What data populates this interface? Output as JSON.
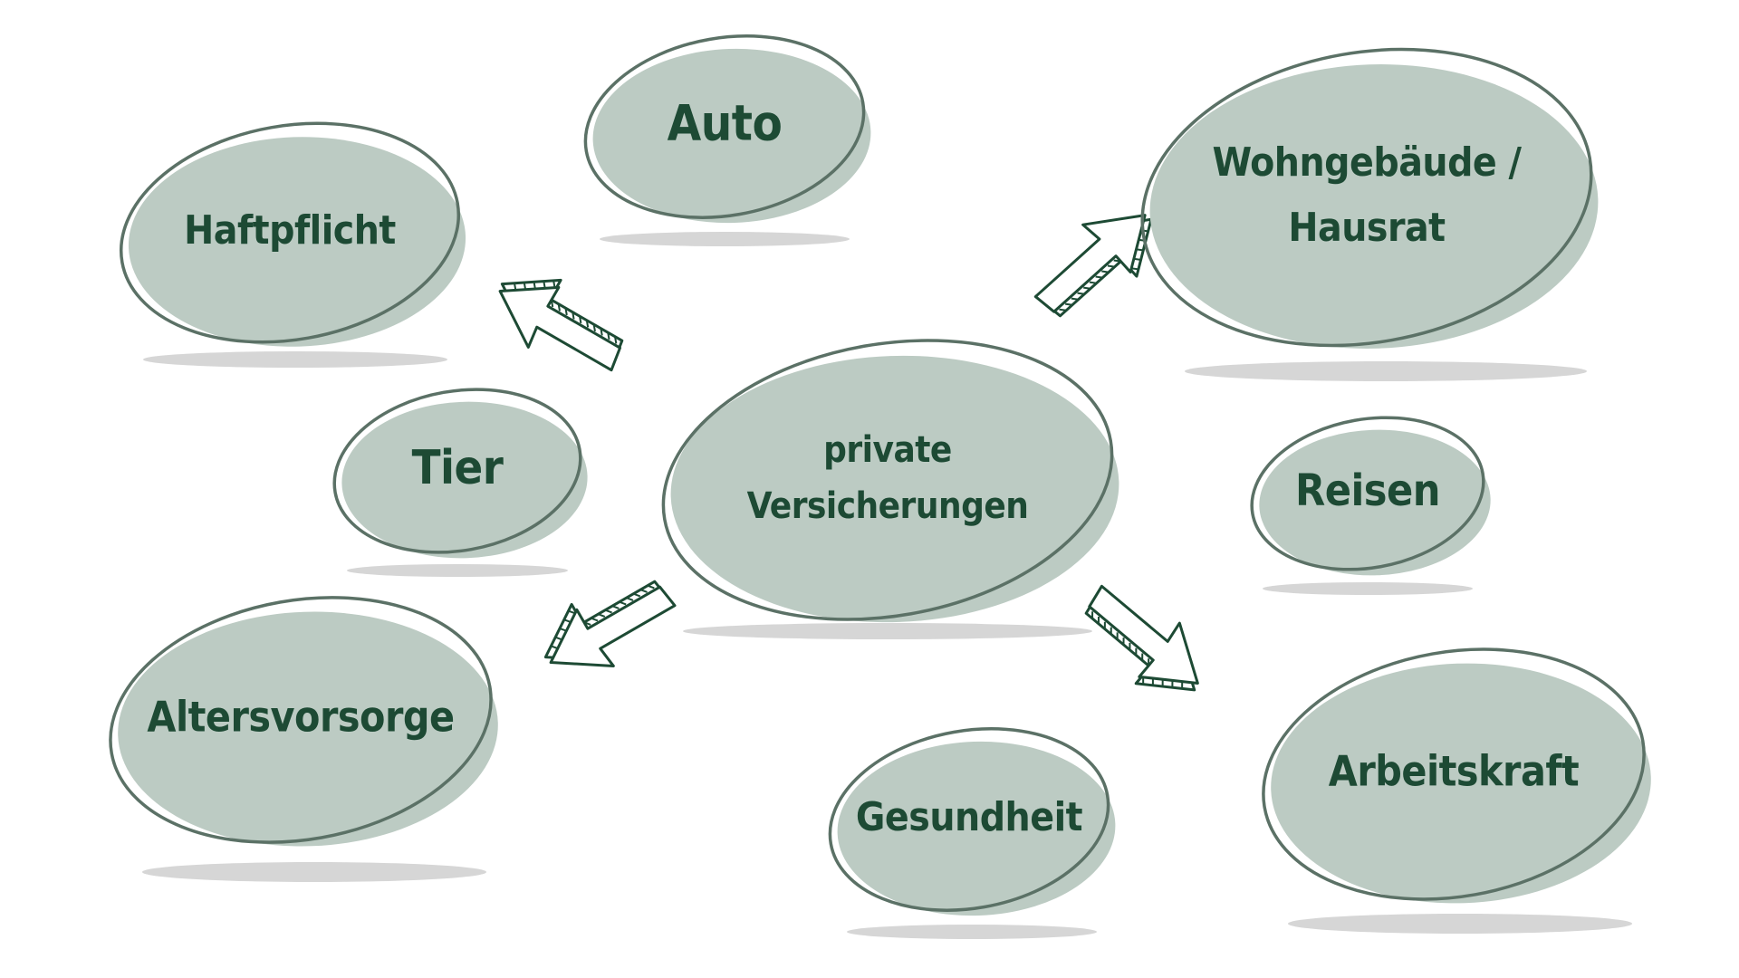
{
  "colors": {
    "fill": "#bccbc3",
    "outline": "#5b7166",
    "text": "#1d4a34",
    "shadow": "#d6d6d6",
    "arrow": "#1d4a34"
  },
  "diagram": {
    "center": {
      "lines": [
        "private",
        "Versicherungen"
      ]
    },
    "nodes": [
      {
        "id": "auto",
        "lines": [
          "Auto"
        ]
      },
      {
        "id": "haftpflicht",
        "lines": [
          "Haftpflicht"
        ]
      },
      {
        "id": "wohngebaeude-hausrat",
        "lines": [
          "Wohngebäude /",
          "Hausrat"
        ]
      },
      {
        "id": "tier",
        "lines": [
          "Tier"
        ]
      },
      {
        "id": "reisen",
        "lines": [
          "Reisen"
        ]
      },
      {
        "id": "altersvorsorge",
        "lines": [
          "Altersvorsorge"
        ]
      },
      {
        "id": "gesundheit",
        "lines": [
          "Gesundheit"
        ]
      },
      {
        "id": "arbeitskraft",
        "lines": [
          "Arbeitskraft"
        ]
      }
    ],
    "arrows": [
      "up-left",
      "up-right",
      "down-left",
      "down-right"
    ]
  }
}
